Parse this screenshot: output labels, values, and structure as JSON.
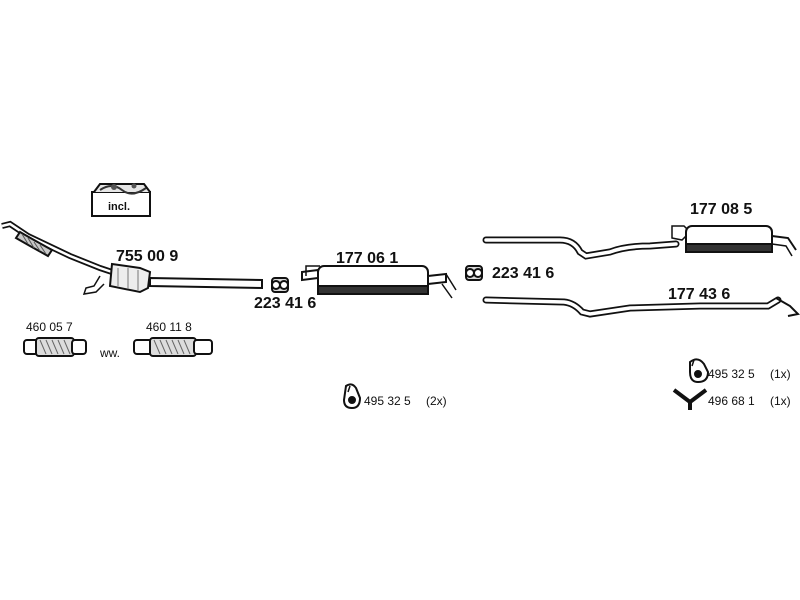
{
  "diagram": {
    "kit_box": {
      "label": "incl."
    },
    "parts": {
      "catalytic_converter": {
        "number": "755 00 9"
      },
      "front_silencer": {
        "number": "177 06 1"
      },
      "rear_silencer": {
        "number": "177 08 5"
      },
      "tail_pipe": {
        "number": "177 43 6"
      },
      "clamp_left": {
        "number": "223 41 6"
      },
      "clamp_right": {
        "number": "223 41 6"
      },
      "flex_pipe_1": {
        "number": "460 05 7"
      },
      "flex_pipe_2": {
        "number": "460 11 8"
      },
      "alternative": {
        "label": "ww."
      },
      "rubber_mount_center": {
        "number": "495 32 5",
        "qty": "(2x)"
      },
      "rubber_mount_right": {
        "number": "495 32 5",
        "qty": "(1x)"
      },
      "y_hanger": {
        "number": "496 68 1",
        "qty": "(1x)"
      }
    }
  }
}
